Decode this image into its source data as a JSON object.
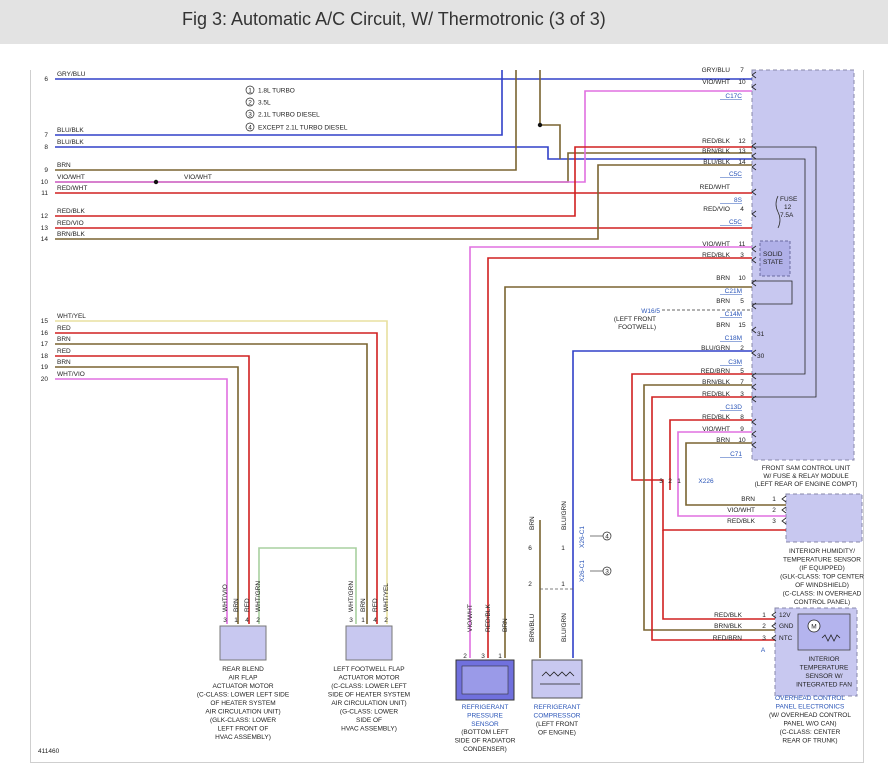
{
  "header": {
    "title": "Fig 3: Automatic A/C Circuit, W/ Thermotronic (3 of 3)"
  },
  "colors": {
    "blue": "#3040c8",
    "brown": "#7a6430",
    "red": "#d02020",
    "violet": "#e070e0",
    "yellow": "#e8e0a0",
    "green": "#a8d0a0",
    "module": "#c8c8f0",
    "link": "#2a55b8"
  },
  "notes": [
    "1.8L TURBO",
    "3.5L",
    "2.1L TURBO DIESEL",
    "EXCEPT 2.1L TURBO DIESEL"
  ],
  "note_nums": [
    "1",
    "2",
    "3",
    "4"
  ],
  "left_wires": [
    {
      "num": "6",
      "label": "GRY/BLU"
    },
    {
      "num": "7",
      "label": "BLU/BLK"
    },
    {
      "num": "8",
      "label": "BLU/BLK"
    },
    {
      "num": "9",
      "label": "BRN"
    },
    {
      "num": "10",
      "label": "VIO/WHT"
    },
    {
      "num": "11",
      "label": "RED/WHT"
    },
    {
      "num": "12",
      "label": "RED/BLK"
    },
    {
      "num": "13",
      "label": "RED/VIO"
    },
    {
      "num": "14",
      "label": "BRN/BLK"
    },
    {
      "num": "15",
      "label": "WHT/YEL"
    },
    {
      "num": "16",
      "label": "RED"
    },
    {
      "num": "17",
      "label": "BRN"
    },
    {
      "num": "18",
      "label": "RED"
    },
    {
      "num": "19",
      "label": "BRN"
    },
    {
      "num": "20",
      "label": "WHT/VIO"
    }
  ],
  "vio_mid_label": "VIO/WHT",
  "sam_pins": [
    {
      "label": "GRY/BLU",
      "pin": "7"
    },
    {
      "label": "VIO/WHT",
      "pin": "10"
    },
    {
      "label": "RED/BLK",
      "pin": "12"
    },
    {
      "label": "BRN/BLK",
      "pin": "13"
    },
    {
      "label": "BLU/BLK",
      "pin": "14"
    },
    {
      "label": "RED/WHT",
      "pin": ""
    },
    {
      "label": "RED/VIO",
      "pin": "4"
    },
    {
      "label": "VIO/WHT",
      "pin": "11"
    },
    {
      "label": "RED/BLK",
      "pin": "3"
    },
    {
      "label": "BRN",
      "pin": "10"
    },
    {
      "label": "BRN",
      "pin": "5"
    },
    {
      "label": "BRN",
      "pin": "15"
    },
    {
      "label": "BLU/GRN",
      "pin": "2"
    },
    {
      "label": "RED/BRN",
      "pin": "5"
    },
    {
      "label": "BRN/BLK",
      "pin": "7"
    },
    {
      "label": "RED/BLK",
      "pin": "3"
    },
    {
      "label": "RED/BLK",
      "pin": "8"
    },
    {
      "label": "VIO/WHT",
      "pin": "9"
    },
    {
      "label": "BRN",
      "pin": "10"
    }
  ],
  "connectors": [
    "C17C",
    "C5C",
    "8S",
    "C5C",
    "C21M",
    "C14M",
    "C18M",
    "C3M",
    "C13D",
    "C71",
    "X226"
  ],
  "sam_internal": {
    "p31": "31",
    "p30": "30",
    "fuse": "FUSE",
    "fuse_num": "12",
    "fuse_amp": "7.5A",
    "solid": "SOLID",
    "state": "STATE"
  },
  "ground": {
    "label": "W16/5",
    "sub1": "(LEFT FRONT",
    "sub2": "FOOTWELL)"
  },
  "sam_module": {
    "l1": "FRONT SAM CONTROL UNIT",
    "l2": "W/ FUSE & RELAY MODULE",
    "l3": "(LEFT REAR OF ENGINE COMPT)"
  },
  "x226_pins": [
    "3",
    "2",
    "1"
  ],
  "humidity_pins": [
    {
      "label": "BRN",
      "pin": "1"
    },
    {
      "label": "VIO/WHT",
      "pin": "2"
    },
    {
      "label": "RED/BLK",
      "pin": "3"
    }
  ],
  "humidity_text": [
    "INTERIOR HUMIDITY/",
    "TEMPERATURE SENSOR",
    "(IF EQUIPPED)",
    "(GLK-CLASS: TOP CENTER",
    "OF WINDSHIELD)",
    "(C-CLASS: IN OVERHEAD",
    "CONTROL PANEL)"
  ],
  "overhead_pins": [
    {
      "label": "RED/BLK",
      "pin": "1",
      "sig": "12V"
    },
    {
      "label": "BRN/BLK",
      "pin": "2",
      "sig": "GND"
    },
    {
      "label": "RED/BRN",
      "pin": "3",
      "sig": "NTC"
    }
  ],
  "overhead_conn": "A",
  "motor_label": "M",
  "interior_temp_text": [
    "INTERIOR",
    "TEMPERATURE",
    "SENSOR W/",
    "INTEGRATED FAN"
  ],
  "overhead_text": [
    "OVERHEAD CONTROL",
    "PANEL ELECTRONICS",
    "(W/ OVERHEAD CONTROL",
    "PANEL W/O CAN)",
    "(C-CLASS: CENTER",
    "REAR OF TRUNK)"
  ],
  "rear_blend": {
    "wires": [
      "WHT/VIO",
      "BRN",
      "RED",
      "WHT/GRN"
    ],
    "pins": [
      "3",
      "1",
      "4",
      "2"
    ],
    "text": [
      "REAR BLEND",
      "AIR FLAP",
      "ACTUATOR MOTOR",
      "(C-CLASS: LOWER LEFT SIDE",
      "OF HEATER SYSTEM",
      "AIR CIRCULATION UNIT)",
      "(GLK-CLASS: LOWER",
      "LEFT FRONT OF",
      "HVAC ASSEMBLY)"
    ]
  },
  "left_footwell": {
    "wires": [
      "WHT/GRN",
      "BRN",
      "RED",
      "WHT/YEL"
    ],
    "pins": [
      "3",
      "1",
      "4",
      "2"
    ],
    "text": [
      "LEFT FOOTWELL FLAP",
      "ACTUATOR MOTOR",
      "(C-CLASS: LOWER LEFT",
      "SIDE OF HEATER SYSTEM",
      "AIR CIRCULATION UNIT)",
      "(G-CLASS: LOWER",
      "SIDE OF",
      "HVAC ASSEMBLY)"
    ]
  },
  "pressure": {
    "wires": [
      "VIO/WHT",
      "RED/BLK",
      "BRN"
    ],
    "pins": [
      "2",
      "3",
      "1"
    ],
    "text": [
      "REFRIGERANT",
      "PRESSURE",
      "SENSOR"
    ],
    "sub": [
      "(BOTTOM LEFT",
      "SIDE OF RADIATOR",
      "CONDENSER)"
    ]
  },
  "compressor": {
    "top_wires": [
      "BRN",
      "BLU/GRN"
    ],
    "top_pins": [
      "6",
      "1"
    ],
    "conns": [
      "X26-C1",
      "X26-C1"
    ],
    "callouts": [
      "4",
      "3"
    ],
    "bottom_wires": [
      "BRN/BLU",
      "BLU/GRN"
    ],
    "bottom_pins": [
      "2",
      "1"
    ],
    "text": [
      "REFRIGERANT",
      "COMPRESSOR"
    ],
    "sub": [
      "(LEFT FRONT",
      "OF ENGINE)"
    ]
  },
  "figure_id": "411460"
}
